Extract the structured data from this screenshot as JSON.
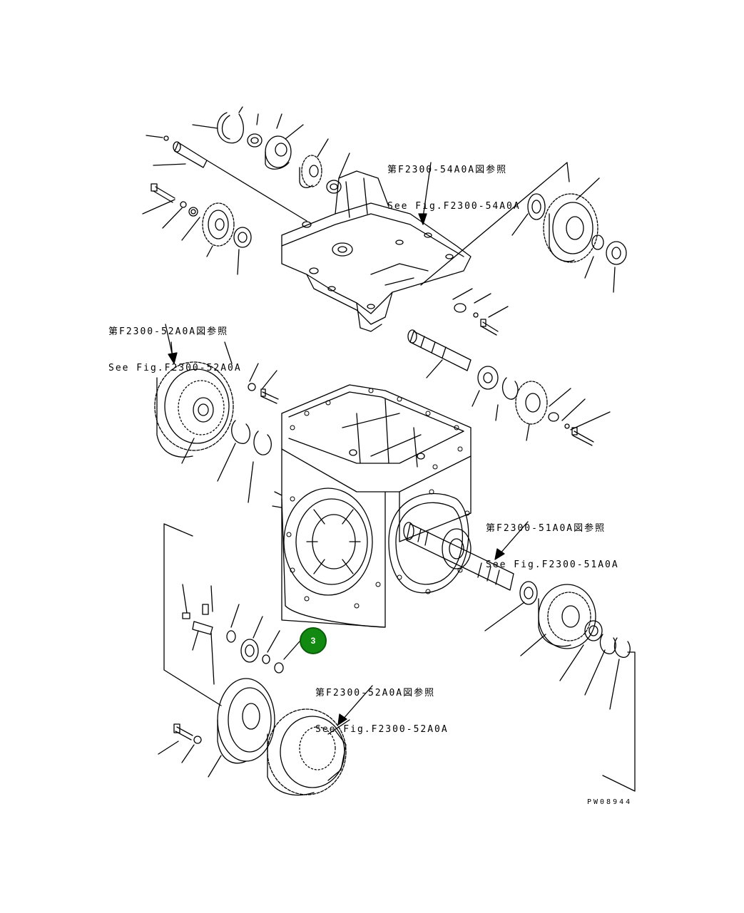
{
  "references": [
    {
      "id": "ref-54",
      "jp": "第F2300-54A0A図参照",
      "en": "See Fig.F2300-54A0A"
    },
    {
      "id": "ref-52-top",
      "jp": "第F2300-52A0A図参照",
      "en": "See Fig.F2300-52A0A"
    },
    {
      "id": "ref-51",
      "jp": "第F2300-51A0A図参照",
      "en": "See Fig.F2300-51A0A"
    },
    {
      "id": "ref-52-bottom",
      "jp": "第F2300-52A0A図参照",
      "en": "See Fig.F2300-52A0A"
    }
  ],
  "callout": {
    "label": "3",
    "color": "#128a12"
  },
  "drawing_code": "PW08944"
}
